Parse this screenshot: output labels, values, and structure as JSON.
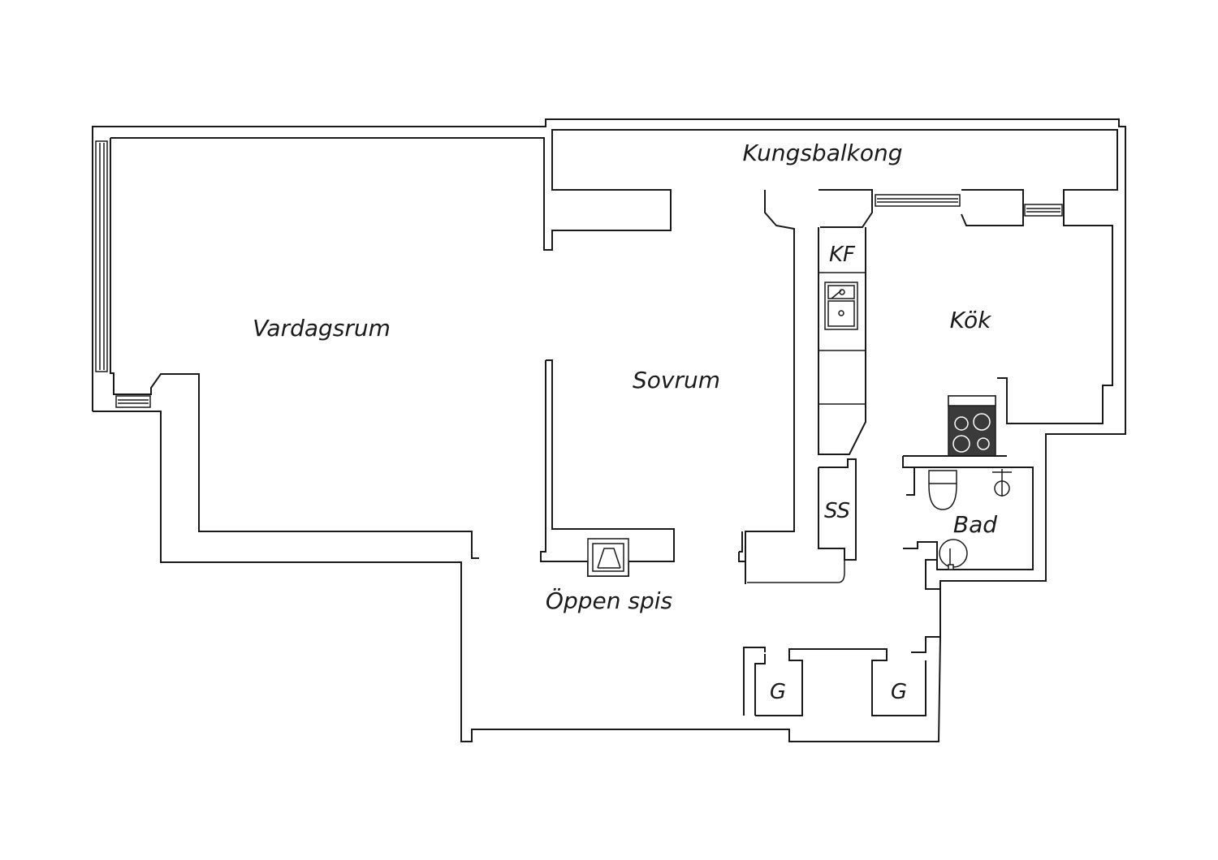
{
  "rooms": {
    "kungsbalkong": "Kungsbalkong",
    "vardagsrum": "Vardagsrum",
    "sovrum": "Sovrum",
    "kok": "Kök",
    "kf": "KF",
    "ss": "SS",
    "bad": "Bad",
    "oppen_spis": "Öppen spis",
    "g1": "G",
    "g2": "G"
  },
  "colors": {
    "wall": "#1a1a1a",
    "background": "#ffffff",
    "stove": "#3a3a3a"
  }
}
